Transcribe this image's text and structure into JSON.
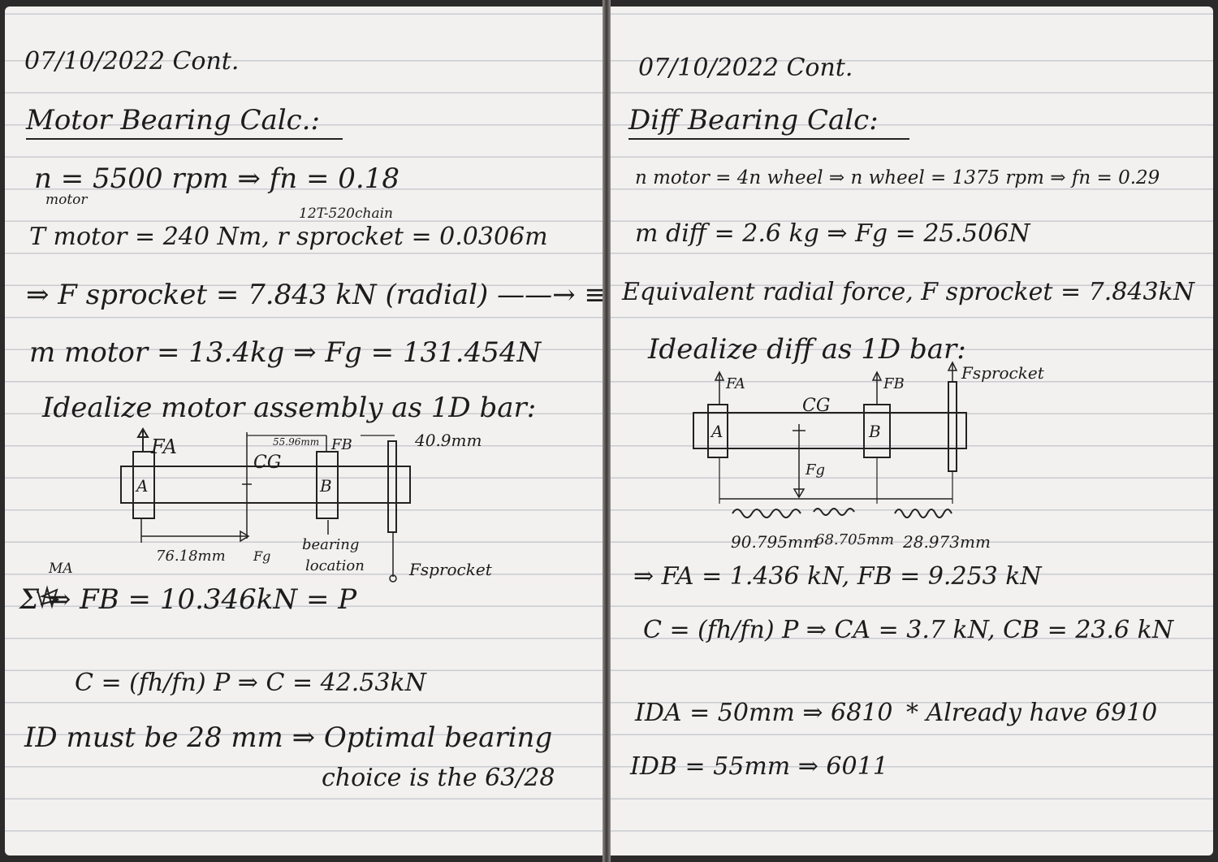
{
  "left_page": {
    "date": "07/10/2022 Cont.",
    "heading": "Motor Bearing Calc.:",
    "line1": "n = 5500 rpm ⇒ fn = 0.18",
    "line1_sub": "motor",
    "chain_note": "12T-520chain",
    "line2": "T motor = 240 Nm, r sprocket = 0.0306m",
    "line3": "⇒ F sprocket = 7.843 kN (radial) ——→ ≡",
    "line4": "m motor = 13.4kg ⇒ Fg = 131.454N",
    "line5": "Idealize motor assembly as 1D bar:",
    "diagram": {
      "fa_label": "FA",
      "fb_label": "FB",
      "dim_small": "55.96mm",
      "dim_right": "40.9mm",
      "cg_label": "CG",
      "a_label": "A",
      "b_label": "B",
      "dim_bottom": "76.18mm",
      "fg_label": "Fg",
      "bearing_note_1": "bearing",
      "bearing_note_2": "location",
      "fsprocket_label": "Fsprocket"
    },
    "moment_label": "MA",
    "line6": "Σ ⇒ FB = 10.346kN = P",
    "line7_formula": "C = (fh/fn) P ⇒ C = 42.53kN",
    "line8": "ID must be 28 mm ⇒ Optimal bearing",
    "line9": "choice is the 63/28"
  },
  "right_page": {
    "date": "07/10/2022 Cont.",
    "heading": "Diff Bearing Calc:",
    "line1": "n motor = 4n wheel ⇒ n wheel = 1375 rpm ⇒ fn = 0.29",
    "line2": "m diff = 2.6 kg ⇒ Fg = 25.506N",
    "line3": "Equivalent radial force, F sprocket = 7.843kN",
    "line4": "Idealize diff as 1D bar:",
    "diagram": {
      "fa_label": "FA",
      "fb_label": "FB",
      "fsprocket_label": "Fsprocket",
      "cg_label": "CG",
      "a_label": "A",
      "b_label": "B",
      "fg_label": "Fg",
      "dim1": "90.795mm",
      "dim2": "68.705mm",
      "dim3": "28.973mm"
    },
    "line5": "⇒ FA = 1.436 kN, FB = 9.253 kN",
    "line6": "C = (fh/fn) P ⇒ CA = 3.7 kN, CB = 23.6 kN",
    "line7": "IDA = 50mm ⇒ 6810",
    "line7_note": "* Already have 6910",
    "line8": "IDB = 55mm ⇒ 6011"
  }
}
